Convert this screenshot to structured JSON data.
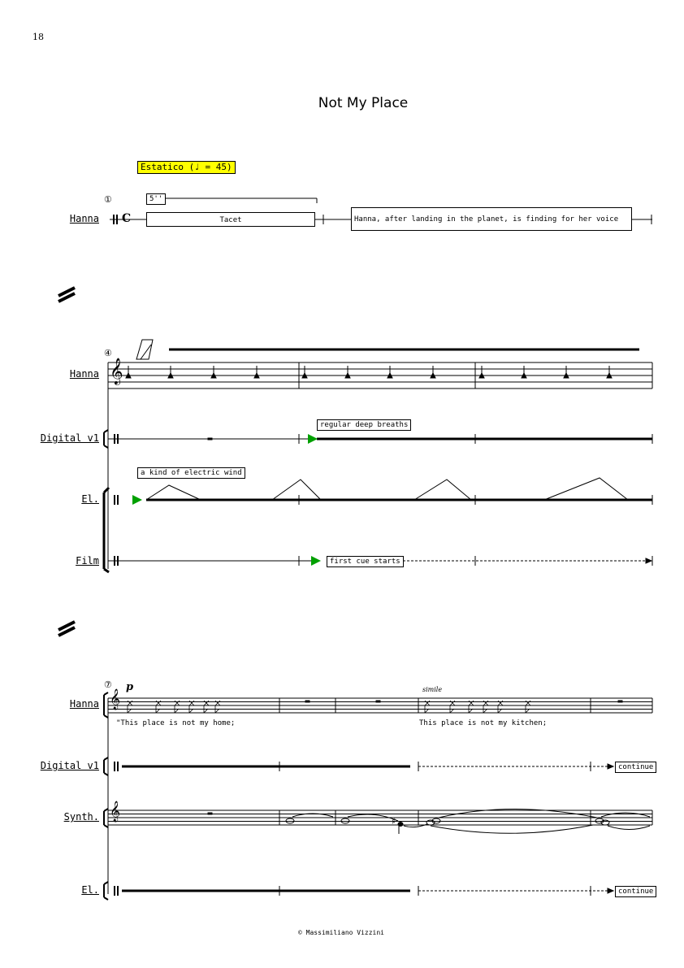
{
  "page_number": "18",
  "title": "Not My Place",
  "tempo": "Estatico (♩ = 45)",
  "colors": {
    "tempo_bg": "#ffff00",
    "cue_marker": "#00a000"
  },
  "system1": {
    "rehearsal": "①",
    "duration": "5''",
    "instrument": "Hanna",
    "tacet": "Tacet",
    "note": "Hanna, after landing in the planet, is finding for her voice"
  },
  "system2": {
    "rehearsal": "④",
    "instruments": [
      "Hanna",
      "Digital v1",
      "El.",
      "Film"
    ],
    "digital_label": "regular deep breaths",
    "el_label": "a kind of electric wind",
    "film_label": "first cue starts"
  },
  "system3": {
    "rehearsal": "⑦",
    "dynamic": "p",
    "simile": "simile",
    "instruments": [
      "Hanna",
      "Digital v1",
      "Synth.",
      "El."
    ],
    "lyrics": [
      "\"This place is not my home;",
      "This place is not my kitchen;"
    ],
    "continue_label": "continue"
  },
  "footer": "© Massimiliano Vizzini"
}
